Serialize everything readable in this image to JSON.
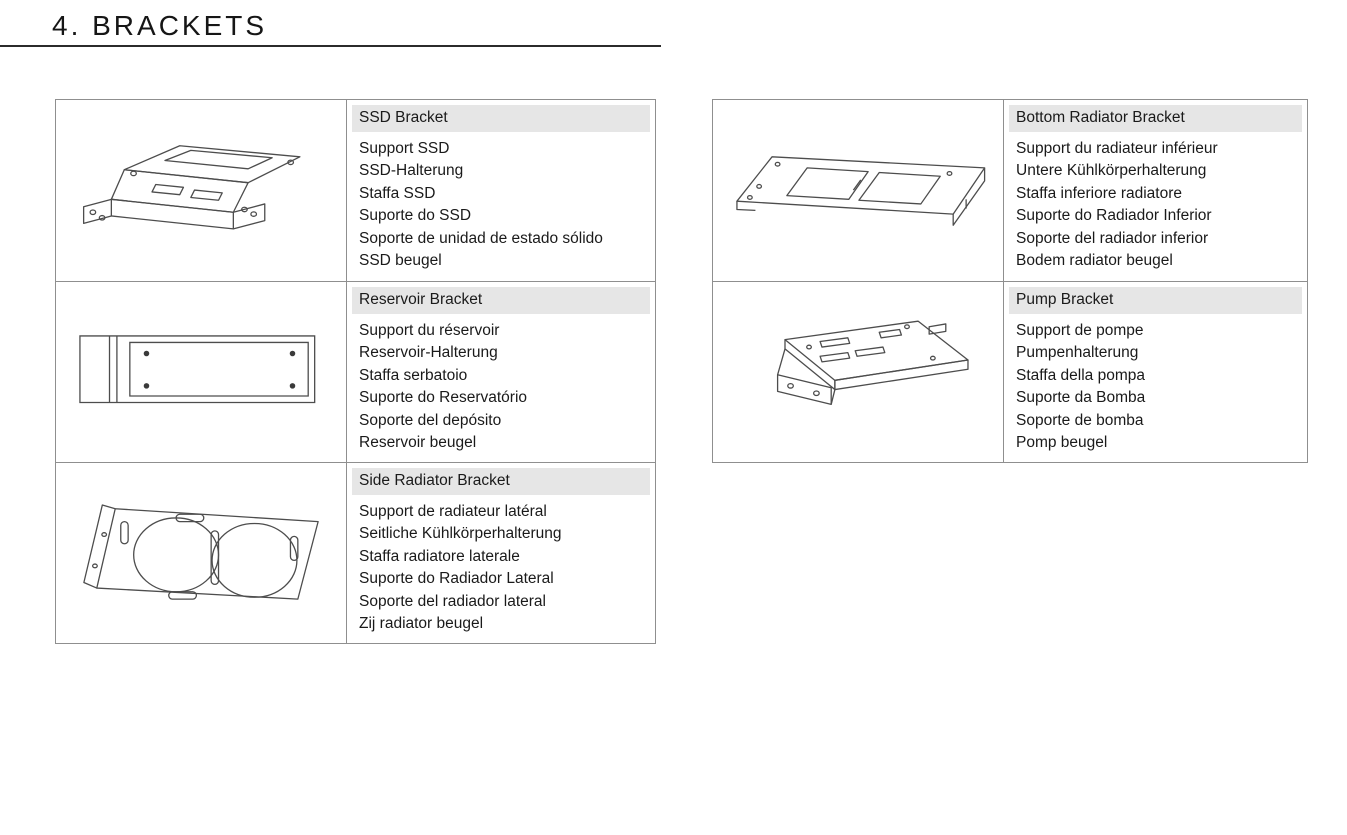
{
  "page": {
    "title": "4. BRACKETS"
  },
  "colors": {
    "header_bg": "#e6e6e6",
    "table_border": "#8f8f8f",
    "line_art": "#4d4d4d",
    "text": "#1a1a1a",
    "title_rule": "#2b2b2b"
  },
  "left_table": {
    "rows": [
      {
        "name": "SSD Bracket",
        "illustration": "ssd-bracket",
        "translations": [
          "Support SSD",
          "SSD-Halterung",
          "Staffa SSD",
          "Suporte do SSD",
          "Soporte de unidad de estado sólido",
          "SSD beugel"
        ]
      },
      {
        "name": "Reservoir Bracket",
        "illustration": "reservoir-bracket",
        "translations": [
          "Support du réservoir",
          "Reservoir-Halterung",
          "Staffa serbatoio",
          "Suporte do Reservatório",
          "Soporte del depósito",
          "Reservoir beugel"
        ]
      },
      {
        "name": "Side Radiator Bracket",
        "illustration": "side-radiator-bracket",
        "translations": [
          "Support de radiateur latéral",
          "Seitliche Kühlkörperhalterung",
          "Staffa radiatore laterale",
          "Suporte do Radiador Lateral",
          "Soporte del radiador lateral",
          "Zij radiator beugel"
        ]
      }
    ]
  },
  "right_table": {
    "rows": [
      {
        "name": "Bottom Radiator Bracket",
        "illustration": "bottom-radiator-bracket",
        "translations": [
          "Support du radiateur inférieur",
          "Untere Kühlkörperhalterung",
          "Staffa inferiore radiatore",
          "Suporte do Radiador Inferior",
          "Soporte del radiador inferior",
          "Bodem radiator beugel"
        ]
      },
      {
        "name": "Pump Bracket",
        "illustration": "pump-bracket",
        "translations": [
          "Support de pompe",
          "Pumpenhalterung",
          "Staffa della pompa",
          "Suporte da Bomba",
          "Soporte de bomba",
          "Pomp beugel"
        ]
      }
    ]
  }
}
